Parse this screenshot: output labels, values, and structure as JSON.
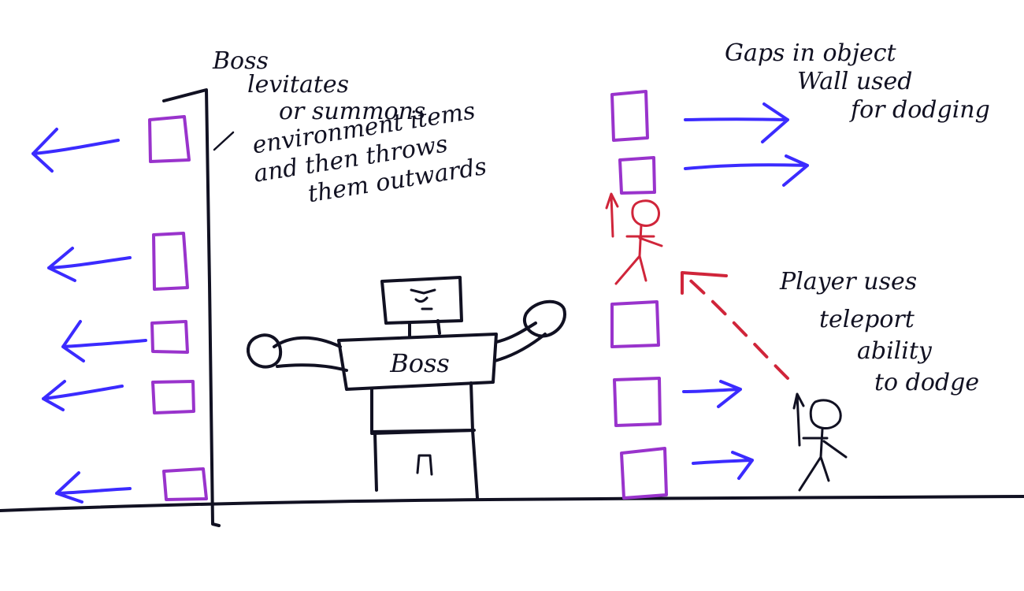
{
  "colors": {
    "ink": "#111122",
    "object": "#9933cc",
    "arrow": "#3b2bff",
    "player_ghost": "#d0253a"
  },
  "boss": {
    "label": "Boss"
  },
  "notes": {
    "boss_action": [
      "Boss",
      "levitates",
      "or summons",
      "environment items",
      "and then throws",
      "them outwards"
    ],
    "gaps": [
      "Gaps in object",
      "Wall used",
      "for dodging"
    ],
    "teleport": [
      "Player uses",
      "teleport",
      "ability",
      "to dodge"
    ]
  },
  "icons": {
    "boss": "robot-boss-figure",
    "player": "stick-figure-player",
    "player_teleported": "stick-figure-player-teleported"
  }
}
